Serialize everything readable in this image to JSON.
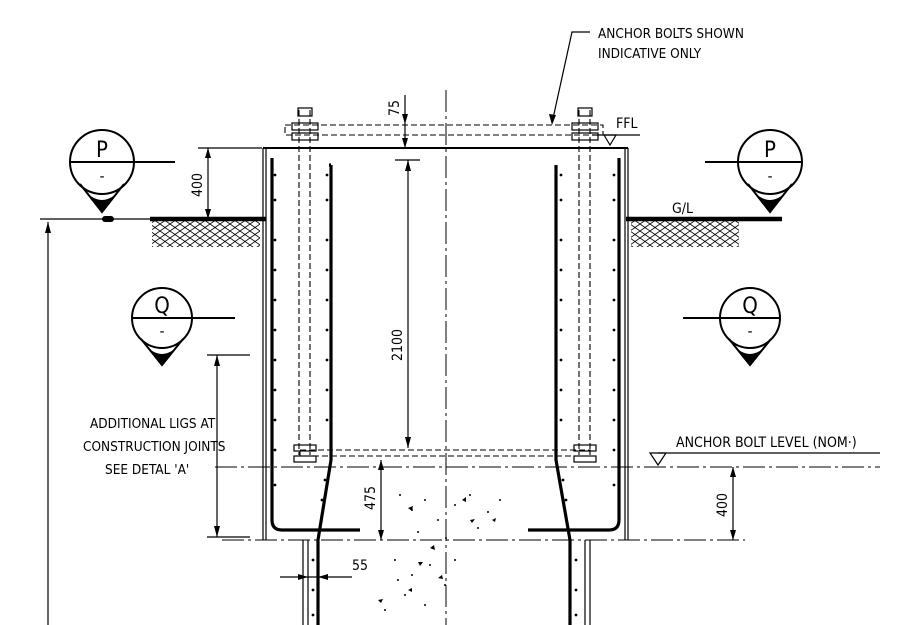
{
  "notes": {
    "anchor_bolts_line1": "ANCHOR BOLTS SHOWN",
    "anchor_bolts_line2": "INDICATIVE ONLY",
    "ligs_line1": "ADDITIONAL LIGS AT",
    "ligs_line2": "CONSTRUCTION JOINTS",
    "ligs_line3": "SEE  DETAL 'A'"
  },
  "levels": {
    "ffl": "FFL",
    "ground": "G/L",
    "anchor_bolt_level": "ANCHOR BOLT LEVEL (NOM·)"
  },
  "dimensions": {
    "d75": "75",
    "d400_top": "400",
    "d2100": "2100",
    "d475": "475",
    "d55": "55",
    "d400_right": "400"
  },
  "section_markers": {
    "p_left": {
      "letter": "P",
      "ref": "-"
    },
    "p_right": {
      "letter": "P",
      "ref": "-"
    },
    "q_left": {
      "letter": "Q",
      "ref": "-"
    },
    "q_right": {
      "letter": "Q",
      "ref": "-"
    }
  }
}
